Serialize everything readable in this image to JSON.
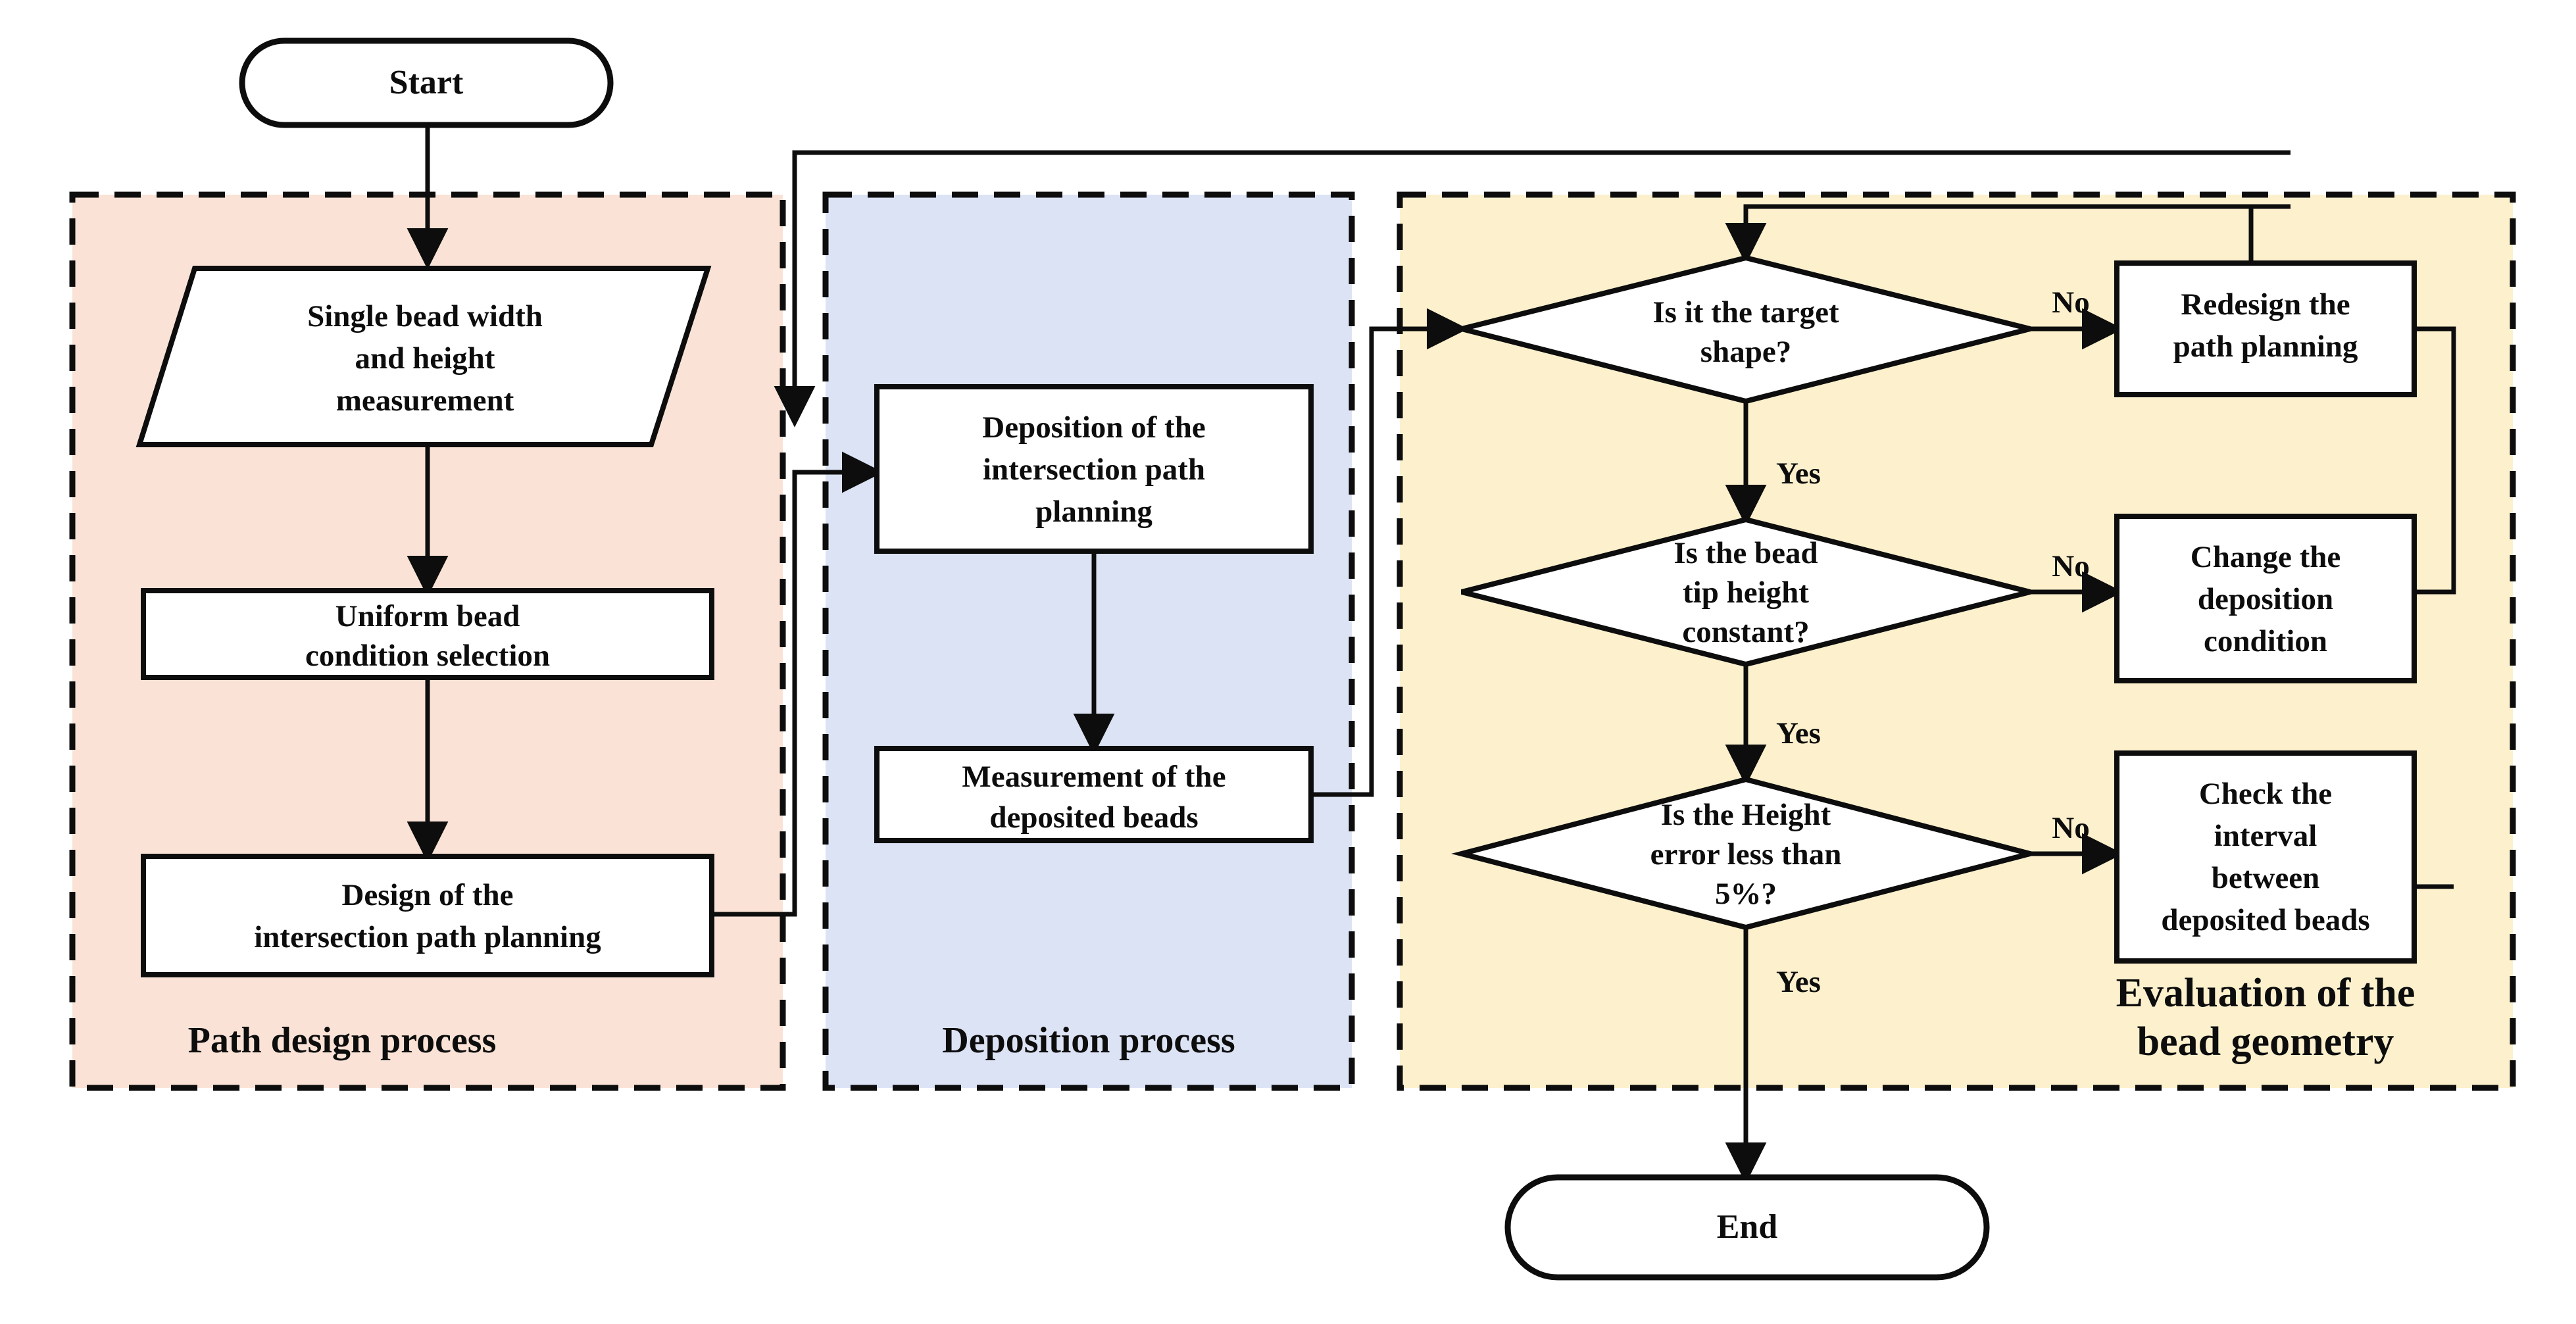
{
  "diagram": {
    "title": "Additive manufacturing bead deposition process flowchart",
    "colors": {
      "path_panel_fill": "#fae3d6",
      "deposition_panel_fill": "#dce3f5",
      "evaluation_panel_fill": "#fcf0cd",
      "node_fill": "#ffffff",
      "stroke": "#0d0d0d",
      "background": "#ffffff"
    }
  },
  "terminators": {
    "start": "Start",
    "end": "End"
  },
  "groups": {
    "path_design": {
      "label": "Path design process"
    },
    "deposition": {
      "label": "Deposition process"
    },
    "evaluation": {
      "label_line1": "Evaluation of the",
      "label_line2": "bead geometry"
    }
  },
  "nodes": {
    "bead_measurement": {
      "line1": "Single bead width",
      "line2": "and height",
      "line3": "measurement"
    },
    "uniform_bead": {
      "line1": "Uniform bead",
      "line2": "condition selection"
    },
    "design_path": {
      "line1": "Design of the",
      "line2": "intersection path planning"
    },
    "deposition_path": {
      "line1": "Deposition of the",
      "line2": "intersection path",
      "line3": "planning"
    },
    "measure_beads": {
      "line1": "Measurement of the",
      "line2": "deposited beads"
    },
    "redesign_path": {
      "line1": "Redesign the",
      "line2": "path planning"
    },
    "change_condition": {
      "line1": "Change the",
      "line2": "deposition",
      "line3": "condition"
    },
    "check_interval": {
      "line1": "Check the",
      "line2": "interval",
      "line3": "between",
      "line4": "deposited beads"
    }
  },
  "decisions": {
    "target_shape": {
      "line1": "Is it the target",
      "line2": "shape?"
    },
    "tip_height": {
      "line1": "Is the bead",
      "line2": "tip height",
      "line3": "constant?"
    },
    "height_error": {
      "line1": "Is the Height",
      "line2": "error less than",
      "line3": "5%?"
    }
  },
  "edge_labels": {
    "yes_1": "Yes",
    "yes_2": "Yes",
    "yes_3": "Yes",
    "no_1": "No",
    "no_2": "No",
    "no_3": "No"
  }
}
